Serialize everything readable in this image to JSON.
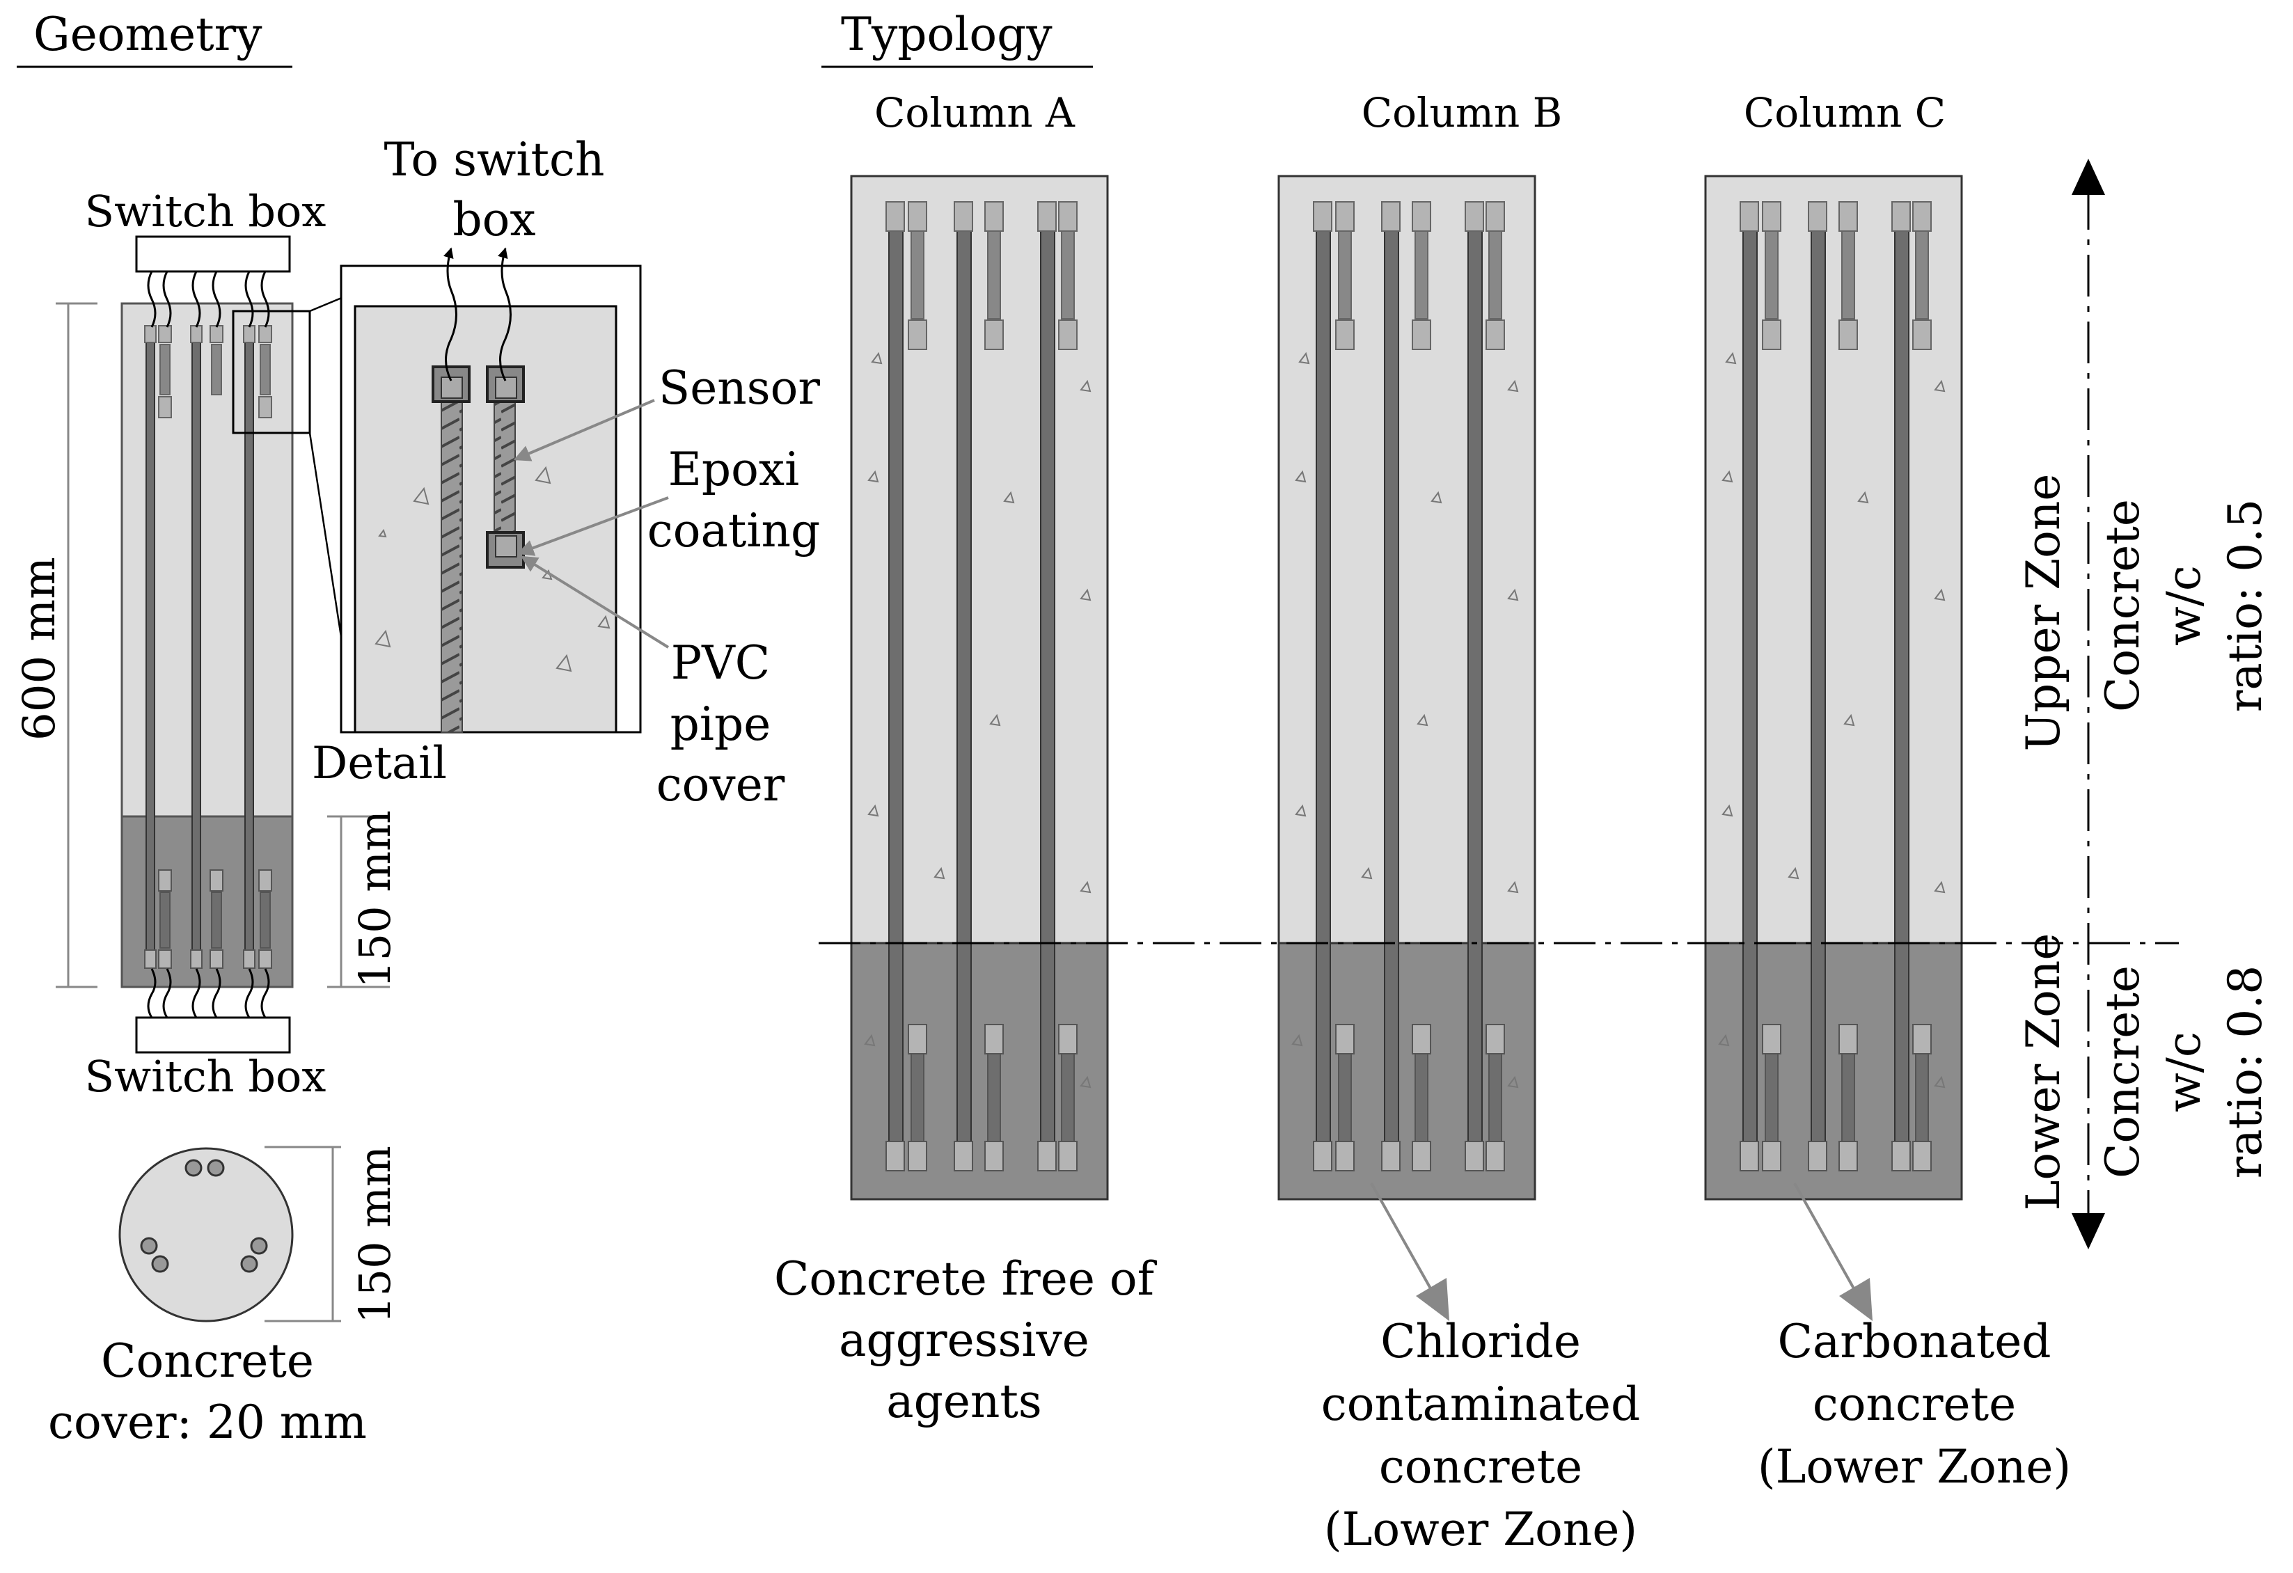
{
  "headings": {
    "geometry": "Geometry",
    "typology": "Typology"
  },
  "geometry": {
    "switch_box_top": "Switch box",
    "switch_box_bottom": "Switch box",
    "to_switch_box_line1": "To switch",
    "to_switch_box_line2": "box",
    "dim_height": "600 mm",
    "dim_lower": "150 mm",
    "dim_diameter": "150 mm",
    "detail": "Detail",
    "cover_line1": "Concrete",
    "cover_line2": "cover: 20 mm"
  },
  "detail_labels": {
    "sensor": "Sensor",
    "epoxi_line1": "Epoxi",
    "epoxi_line2": "coating",
    "pvc_line1": "PVC",
    "pvc_line2": "pipe",
    "pvc_line3": "cover"
  },
  "columns": [
    {
      "title": "Column A",
      "caption": [
        "Concrete free of",
        "aggressive",
        "agents"
      ]
    },
    {
      "title": "Column B",
      "caption": [
        "Chloride",
        "contaminated",
        "concrete",
        "(Lower Zone)"
      ]
    },
    {
      "title": "Column C",
      "caption": [
        "Carbonated",
        "concrete",
        "(Lower Zone)"
      ]
    }
  ],
  "zones": {
    "upper": "Upper Zone",
    "lower": "Lower Zone",
    "upper_concrete": [
      "Concrete",
      "w/c",
      "ratio: 0.5"
    ],
    "lower_concrete": [
      "Concrete",
      "w/c",
      "ratio: 0.8"
    ]
  },
  "colors": {
    "upper_concrete": "#dcdcdc",
    "lower_concrete": "#8c8c8c",
    "rebar": "#6e6e6e",
    "sensor_cap": "#b4b4b4",
    "outline": "#000000"
  }
}
